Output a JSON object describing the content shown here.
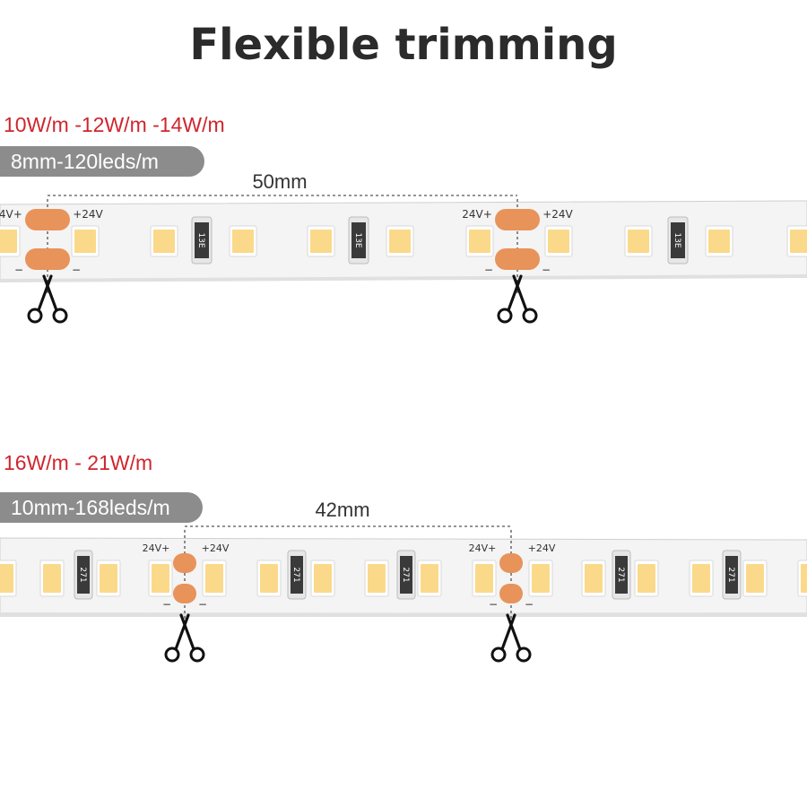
{
  "title": "Flexible trimming",
  "sections": [
    {
      "power": "10W/m -12W/m -14W/m",
      "spec": "8mm-120leds/m",
      "cut_spacing": "50mm",
      "pad_plus_left": "24V+",
      "pad_plus_right": "+24V",
      "pad_minus": "−",
      "resistor_code": "13E"
    },
    {
      "power": "16W/m - 21W/m",
      "spec": "10mm-168leds/m",
      "cut_spacing": "42mm",
      "pad_plus_left": "24V+",
      "pad_plus_right": "+24V",
      "pad_minus": "−",
      "resistor_code": "271"
    }
  ],
  "colors": {
    "power_text": "#d0252d",
    "spec_pill": "#8c8c8c",
    "solder_pad": "#e8935a",
    "led_yellow": "#fbd98a"
  },
  "icons": [
    "scissors-icon",
    "scissors-icon",
    "scissors-icon",
    "scissors-icon"
  ]
}
